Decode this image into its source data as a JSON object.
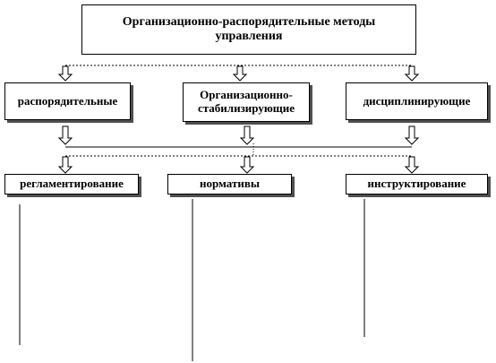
{
  "diagram": {
    "title": "Организационно-распорядительные методы управления",
    "level2": [
      "распорядительные",
      "Организационно-стабилизирующие",
      "дисциплинирующие"
    ],
    "level3": [
      "регламентирование",
      "нормативы",
      "инструктирование"
    ]
  }
}
